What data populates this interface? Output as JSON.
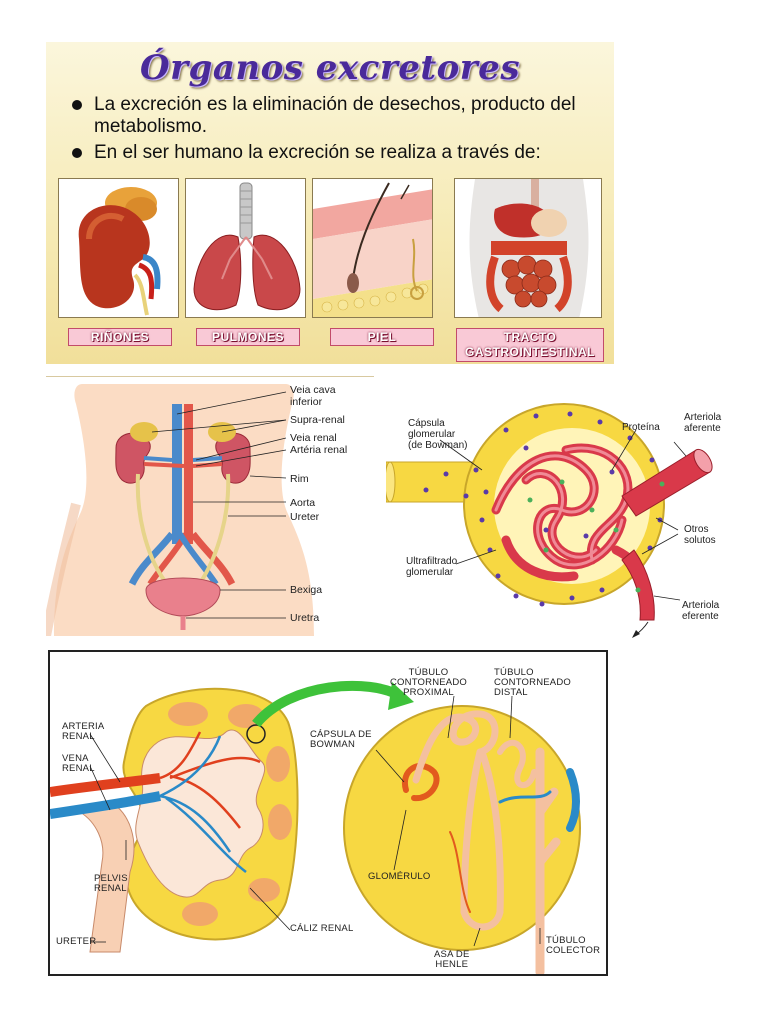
{
  "slide": {
    "title": "Órganos excretores",
    "bullets": [
      "La excreción es la eliminación de desechos, producto del metabolismo.",
      "En el ser humano la excreción se realiza a través de:"
    ],
    "organs": [
      {
        "label": "RIÑONES"
      },
      {
        "label": "PULMONES"
      },
      {
        "label": "PIEL"
      },
      {
        "label_line1": "TRACTO",
        "label_line2": "GASTROINTESTINAL"
      }
    ]
  },
  "urinary": {
    "labels": {
      "veia_cava_1": "Veia cava",
      "veia_cava_2": "inferior",
      "supra_renal": "Supra-renal",
      "veia_renal": "Veia renal",
      "arteria_renal": "Artéria renal",
      "rim": "Rim",
      "aorta": "Aorta",
      "ureter": "Ureter",
      "bexiga": "Bexiga",
      "uretra": "Uretra"
    }
  },
  "glomerulus": {
    "labels": {
      "capsula_1": "Cápsula",
      "capsula_2": "glomerular",
      "capsula_3": "(de Bowman)",
      "proteina": "Proteína",
      "arteriola_af_1": "Arteriola",
      "arteriola_af_2": "aferente",
      "otros_1": "Otros",
      "otros_2": "solutos",
      "ultra_1": "Ultrafiltrado",
      "ultra_2": "glomerular",
      "arteriola_ef_1": "Arteriola",
      "arteriola_ef_2": "eferente"
    }
  },
  "nephron": {
    "labels": {
      "arteria_renal_1": "ARTERIA",
      "arteria_renal_2": "RENAL",
      "vena_renal_1": "VENA",
      "vena_renal_2": "RENAL",
      "pelvis_1": "PELVIS",
      "pelvis_2": "RENAL",
      "ureter": "URETER",
      "caliz": "CÁLIZ RENAL",
      "tub_prox_1": "TÚBULO",
      "tub_prox_2": "CONTORNEADO",
      "tub_prox_3": "PROXIMAL",
      "tub_dist_1": "TÚBULO",
      "tub_dist_2": "CONTORNEADO",
      "tub_dist_3": "DISTAL",
      "capsula_1": "CÁPSULA DE",
      "capsula_2": "BOWMAN",
      "glomerulo": "GLOMÉRULO",
      "asa_1": "ASA DE",
      "asa_2": "HENLE",
      "colector_1": "TÚBULO",
      "colector_2": "COLECTOR"
    }
  },
  "colors": {
    "title_purple": "#4a2a9a",
    "label_pink": "#f9c9d6",
    "kidney_red": "#b8351e",
    "vessel_blue": "#3a86c8",
    "capsule_yellow": "#f7d842",
    "arrow_green": "#3ec23a"
  }
}
